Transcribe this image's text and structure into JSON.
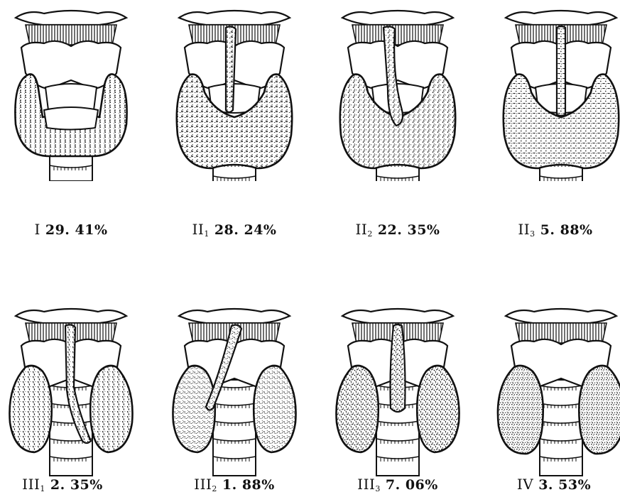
{
  "figure": {
    "panels": [
      {
        "id": "I",
        "roman": "I",
        "sub": "",
        "percent": "29. 41%",
        "type": "bridge"
      },
      {
        "id": "II1",
        "roman": "II",
        "sub": "1",
        "percent": "28. 24%",
        "type": "pyramidal-left"
      },
      {
        "id": "II2",
        "roman": "II",
        "sub": "2",
        "percent": "22. 35%",
        "type": "pyramidal-curved"
      },
      {
        "id": "II3",
        "roman": "II",
        "sub": "3",
        "percent": "5. 88%",
        "type": "pyramidal-center"
      },
      {
        "id": "III1",
        "roman": "III",
        "sub": "1",
        "percent": "2. 35%",
        "type": "split-cross"
      },
      {
        "id": "III2",
        "roman": "III",
        "sub": "2",
        "percent": "1. 88%",
        "type": "split-left"
      },
      {
        "id": "III3",
        "roman": "III",
        "sub": "3",
        "percent": "7. 06%",
        "type": "split-center"
      },
      {
        "id": "IV",
        "roman": "IV",
        "sub": "",
        "percent": "3. 53%",
        "type": "separate-lobes"
      }
    ]
  }
}
